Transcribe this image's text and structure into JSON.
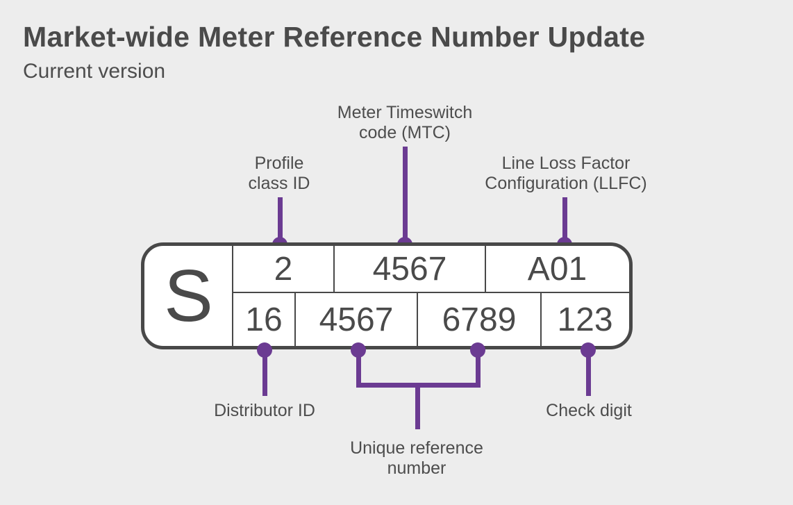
{
  "header": {
    "title": "Market-wide Meter Reference Number Update",
    "subtitle": "Current version"
  },
  "meter_box": {
    "prefix": "S",
    "top_row": [
      "2",
      "4567",
      "A01"
    ],
    "bottom_row": [
      "16",
      "4567",
      "6789",
      "123"
    ]
  },
  "callouts": {
    "profile_class": "Profile\nclass ID",
    "mtc": "Meter Timeswitch\ncode (MTC)",
    "llfc": "Line Loss Factor\nConfiguration (LLFC)",
    "distributor": "Distributor ID",
    "unique_reference": "Unique reference\nnumber",
    "check_digit": "Check digit"
  },
  "colors": {
    "accent_purple": "#6b3b92",
    "outline_dark_gray": "#484848",
    "text_dark_gray": "#4a4a4a",
    "label_gray": "#4d4d4d",
    "background": "#ededed",
    "box_fill": "#ffffff"
  }
}
